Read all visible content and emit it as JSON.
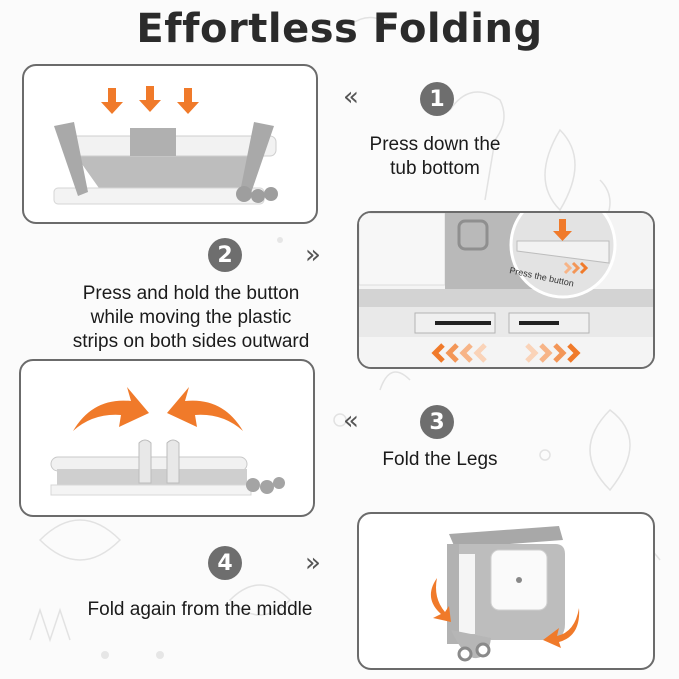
{
  "title": "Effortless Folding",
  "colors": {
    "accent_orange": "#f07a2a",
    "badge_gray": "#6e6e6e",
    "panel_border": "#6b6b6b",
    "tub_gray": "#b9b9b9",
    "tub_white": "#f4f4f4",
    "background": "#fbfbfb"
  },
  "steps": [
    {
      "number": "1",
      "caption_lines": [
        "Press down the",
        "tub bottom"
      ],
      "chevron": "«",
      "image_desc": "tub-with-down-arrows"
    },
    {
      "number": "2",
      "caption_lines": [
        "Press and hold the button",
        "while moving the plastic",
        "strips on both sides outward"
      ],
      "chevron": "»",
      "image_desc": "button-slide-detail",
      "inset_label": "Press the button"
    },
    {
      "number": "3",
      "caption_lines": [
        "Fold the Legs"
      ],
      "chevron": "«",
      "image_desc": "fold-legs-arrows"
    },
    {
      "number": "4",
      "caption_lines": [
        "Fold again from the middle"
      ],
      "chevron": "»",
      "image_desc": "folded-tub-curved-arrows"
    }
  ]
}
